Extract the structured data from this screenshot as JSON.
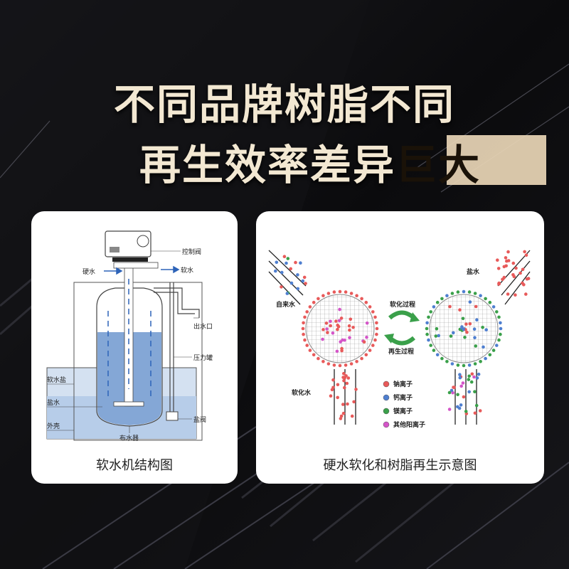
{
  "headline": {
    "line1": "不同品牌树脂不同",
    "line2_main": "再生效率差异",
    "line2_highlight": "巨大"
  },
  "colors": {
    "headline": "#f3e8d2",
    "highlight_bg": "#e9d6b6",
    "background": "#0b0b0d",
    "water": "#6f98cf"
  },
  "softener_card": {
    "caption": "软水机结构图",
    "labels": {
      "control_valve": "控制阀",
      "hard_water": "硬水",
      "soft_water": "软水",
      "outlet": "出水口",
      "pressure_tank": "压力罐",
      "salt_tank_outer": "软水盐",
      "brine": "盐水",
      "shell": "外壳",
      "salt_valve": "盐阀",
      "distributor": "布水器"
    }
  },
  "resin_card": {
    "caption": "硬水软化和树脂再生示意图",
    "labels": {
      "tap_water": "自来水",
      "brine": "盐水",
      "softening": "软化过程",
      "regeneration": "再生过程",
      "soft_water": "软化水"
    },
    "legend": [
      {
        "label": "钠离子",
        "color": "#e85a5a"
      },
      {
        "label": "钙离子",
        "color": "#4f7fd0"
      },
      {
        "label": "镁离子",
        "color": "#3aa04a"
      },
      {
        "label": "其他阳离子",
        "color": "#d455c8"
      }
    ]
  }
}
